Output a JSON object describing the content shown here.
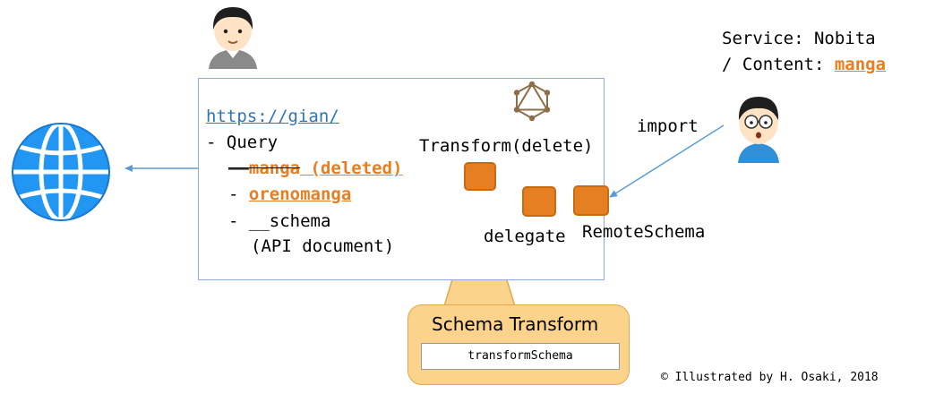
{
  "gateway": {
    "url": "https://gian/",
    "query_label": "-  Query",
    "items": [
      {
        "prefix": "——",
        "name": "manga",
        "suffix": " (deleted)"
      },
      {
        "prefix": "- ",
        "name": "orenomanga"
      },
      {
        "prefix": "- ",
        "name": "__schema"
      }
    ],
    "schema_note": "(API document)"
  },
  "transform_label": "Transform(delete)",
  "delegate_label": "delegate",
  "remote_label": "RemoteSchema",
  "import_label": "import",
  "service": {
    "line1": "Service: Nobita",
    "line2_prefix": "/ Content: ",
    "content_name": "manga"
  },
  "callout": {
    "title": "Schema Transform",
    "function": "transformSchema"
  },
  "credit": "© Illustrated by H. Osaki, 2018",
  "colors": {
    "accent_orange": "#e67e22",
    "link_blue": "#2e75b6",
    "box_border": "#8faadc",
    "callout_fill": "#fbd38a",
    "globe_blue": "#2196f3",
    "graphql_brown": "#8c6e4a"
  },
  "icons": [
    "globe-icon",
    "graphql-logo-icon",
    "user-avatar-top",
    "user-avatar-nobita"
  ]
}
